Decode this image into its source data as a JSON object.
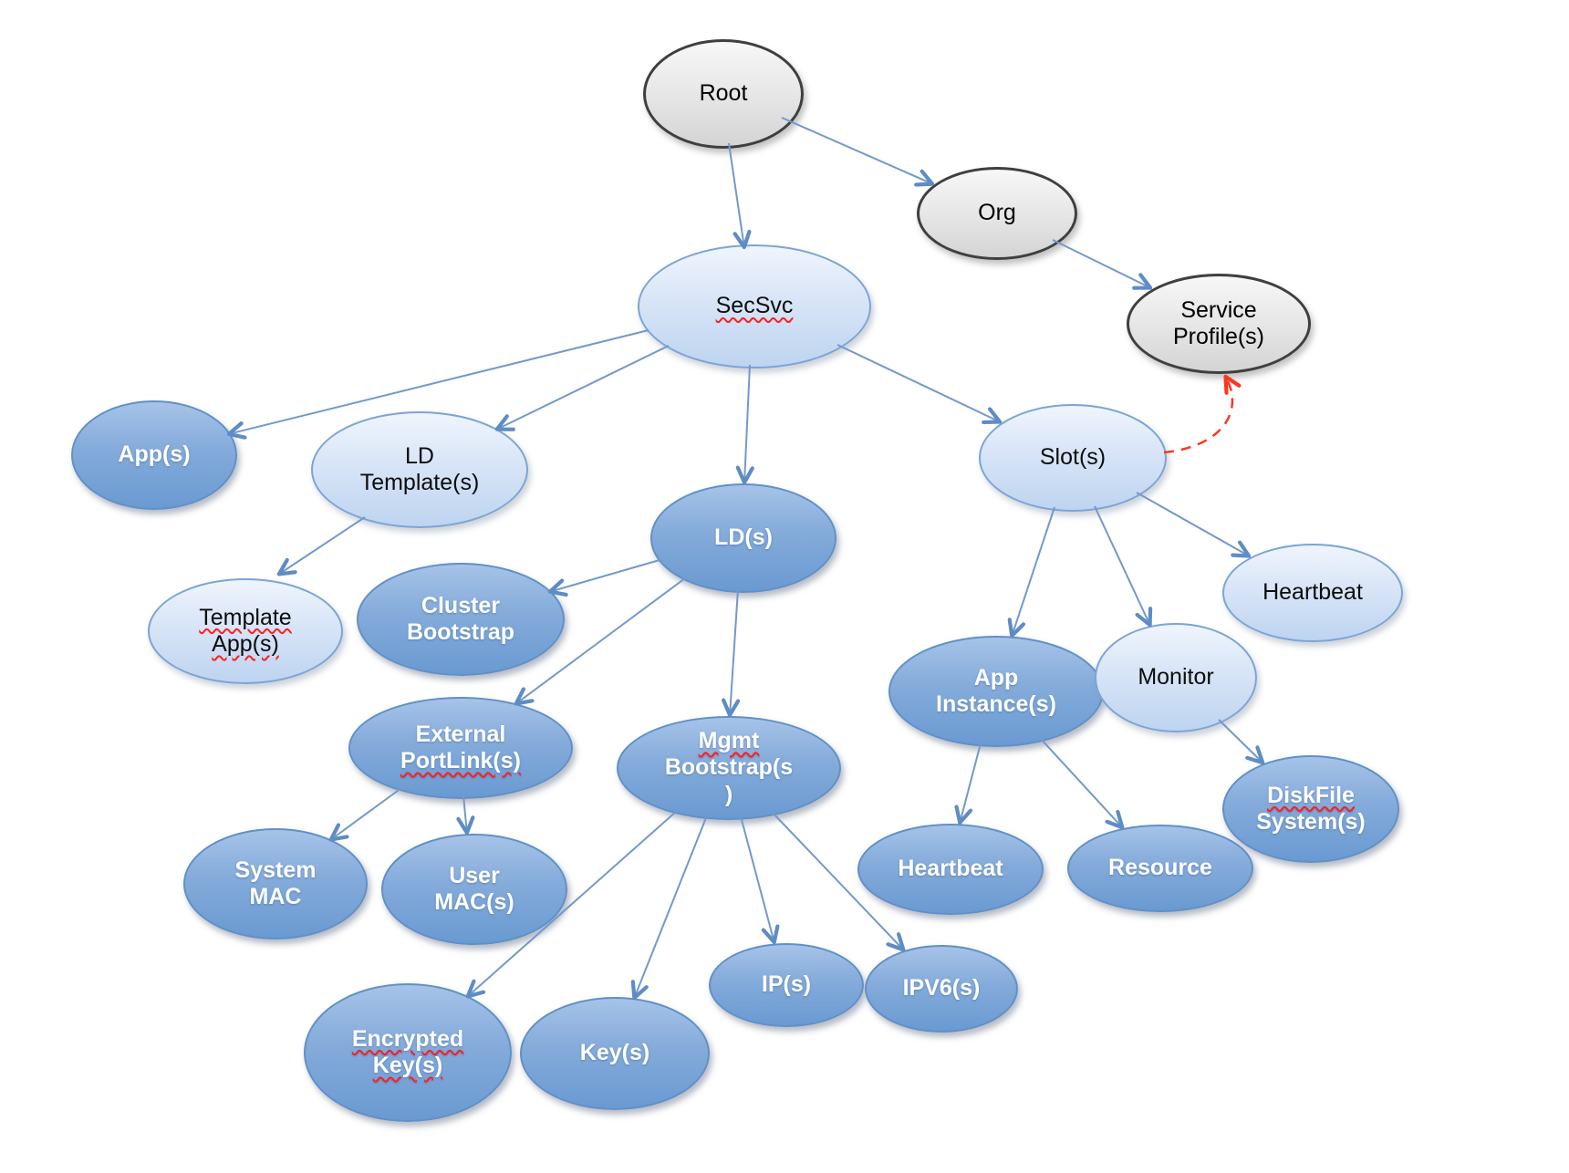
{
  "diagram": {
    "background": "#ffffff",
    "colors": {
      "edge": "#7299ca",
      "edge_arrowhead": "#5e8cc4",
      "relation_edge": "#f93822",
      "gray_node_border": "#3f3f3f",
      "light_node_border": "#7ca4d6",
      "medium_node_border": "#6090c8",
      "light_text": "#ffffff",
      "dark_text": "#0d0d0d",
      "squiggle": "#ff1f1f"
    },
    "nodes": [
      {
        "id": "root",
        "style": "gray",
        "lines": [
          "Root"
        ]
      },
      {
        "id": "org",
        "style": "gray",
        "lines": [
          "Org"
        ]
      },
      {
        "id": "service-profiles",
        "style": "gray",
        "lines": [
          "Service",
          "Profile(s)"
        ]
      },
      {
        "id": "secsvc",
        "style": "light",
        "lines": [
          "SecSvc"
        ],
        "misspelled": true
      },
      {
        "id": "apps",
        "style": "med",
        "lines": [
          "App(s)"
        ]
      },
      {
        "id": "ld-templates",
        "style": "light",
        "lines": [
          "LD",
          "Template(s)"
        ]
      },
      {
        "id": "template-apps",
        "style": "light",
        "lines": [
          "Template",
          "App(s)"
        ],
        "misspelled": true
      },
      {
        "id": "cluster-bootstrap",
        "style": "med",
        "lines": [
          "Cluster",
          "Bootstrap"
        ]
      },
      {
        "id": "lds",
        "style": "med",
        "lines": [
          "LD(s)"
        ]
      },
      {
        "id": "external-portlinks",
        "style": "med",
        "lines": [
          "External",
          "PortLink(s)"
        ],
        "misspelled": true
      },
      {
        "id": "system-mac",
        "style": "med",
        "lines": [
          "System",
          "MAC"
        ]
      },
      {
        "id": "user-macs",
        "style": "med",
        "lines": [
          "User",
          "MAC(s)"
        ]
      },
      {
        "id": "mgmt-bootstraps",
        "style": "med",
        "lines": [
          "Mgmt",
          "Bootstrap(s",
          ")"
        ],
        "misspelled": true
      },
      {
        "id": "encrypted-keys",
        "style": "med",
        "lines": [
          "Encrypted",
          "Key(s)"
        ],
        "misspelled": true
      },
      {
        "id": "keys",
        "style": "med",
        "lines": [
          "Key(s)"
        ]
      },
      {
        "id": "ips",
        "style": "med",
        "lines": [
          "IP(s)"
        ]
      },
      {
        "id": "ipv6s",
        "style": "med",
        "lines": [
          "IPV6(s)"
        ]
      },
      {
        "id": "slots",
        "style": "light",
        "lines": [
          "Slot(s)"
        ]
      },
      {
        "id": "app-instances",
        "style": "med",
        "lines": [
          "App",
          "Instance(s)"
        ]
      },
      {
        "id": "monitor",
        "style": "light",
        "lines": [
          "Monitor"
        ]
      },
      {
        "id": "heartbeat-right",
        "style": "light",
        "lines": [
          "Heartbeat"
        ]
      },
      {
        "id": "heartbeat-bottom",
        "style": "med",
        "lines": [
          "Heartbeat"
        ]
      },
      {
        "id": "resource",
        "style": "med",
        "lines": [
          "Resource"
        ]
      },
      {
        "id": "diskfile-systems",
        "style": "med",
        "lines": [
          "DiskFile",
          "System(s)"
        ],
        "misspelled": true
      }
    ],
    "edges": [
      {
        "from": "root",
        "to": "secsvc",
        "type": "solid-blue"
      },
      {
        "from": "root",
        "to": "org",
        "type": "solid-blue"
      },
      {
        "from": "org",
        "to": "service-profiles",
        "type": "solid-blue"
      },
      {
        "from": "secsvc",
        "to": "apps",
        "type": "solid-blue"
      },
      {
        "from": "secsvc",
        "to": "ld-templates",
        "type": "solid-blue"
      },
      {
        "from": "secsvc",
        "to": "lds",
        "type": "solid-blue"
      },
      {
        "from": "secsvc",
        "to": "slots",
        "type": "solid-blue"
      },
      {
        "from": "ld-templates",
        "to": "template-apps",
        "type": "solid-blue"
      },
      {
        "from": "lds",
        "to": "cluster-bootstrap",
        "type": "solid-blue"
      },
      {
        "from": "lds",
        "to": "external-portlinks",
        "type": "solid-blue"
      },
      {
        "from": "lds",
        "to": "mgmt-bootstraps",
        "type": "solid-blue"
      },
      {
        "from": "external-portlinks",
        "to": "system-mac",
        "type": "solid-blue"
      },
      {
        "from": "external-portlinks",
        "to": "user-macs",
        "type": "solid-blue"
      },
      {
        "from": "mgmt-bootstraps",
        "to": "encrypted-keys",
        "type": "solid-blue"
      },
      {
        "from": "mgmt-bootstraps",
        "to": "keys",
        "type": "solid-blue"
      },
      {
        "from": "mgmt-bootstraps",
        "to": "ips",
        "type": "solid-blue"
      },
      {
        "from": "mgmt-bootstraps",
        "to": "ipv6s",
        "type": "solid-blue"
      },
      {
        "from": "slots",
        "to": "app-instances",
        "type": "solid-blue"
      },
      {
        "from": "slots",
        "to": "monitor",
        "type": "solid-blue"
      },
      {
        "from": "slots",
        "to": "heartbeat-right",
        "type": "solid-blue"
      },
      {
        "from": "app-instances",
        "to": "heartbeat-bottom",
        "type": "solid-blue"
      },
      {
        "from": "app-instances",
        "to": "resource",
        "type": "solid-blue"
      },
      {
        "from": "monitor",
        "to": "diskfile-systems",
        "type": "solid-blue"
      },
      {
        "from": "slots",
        "to": "service-profiles",
        "type": "dashed-red"
      }
    ]
  }
}
